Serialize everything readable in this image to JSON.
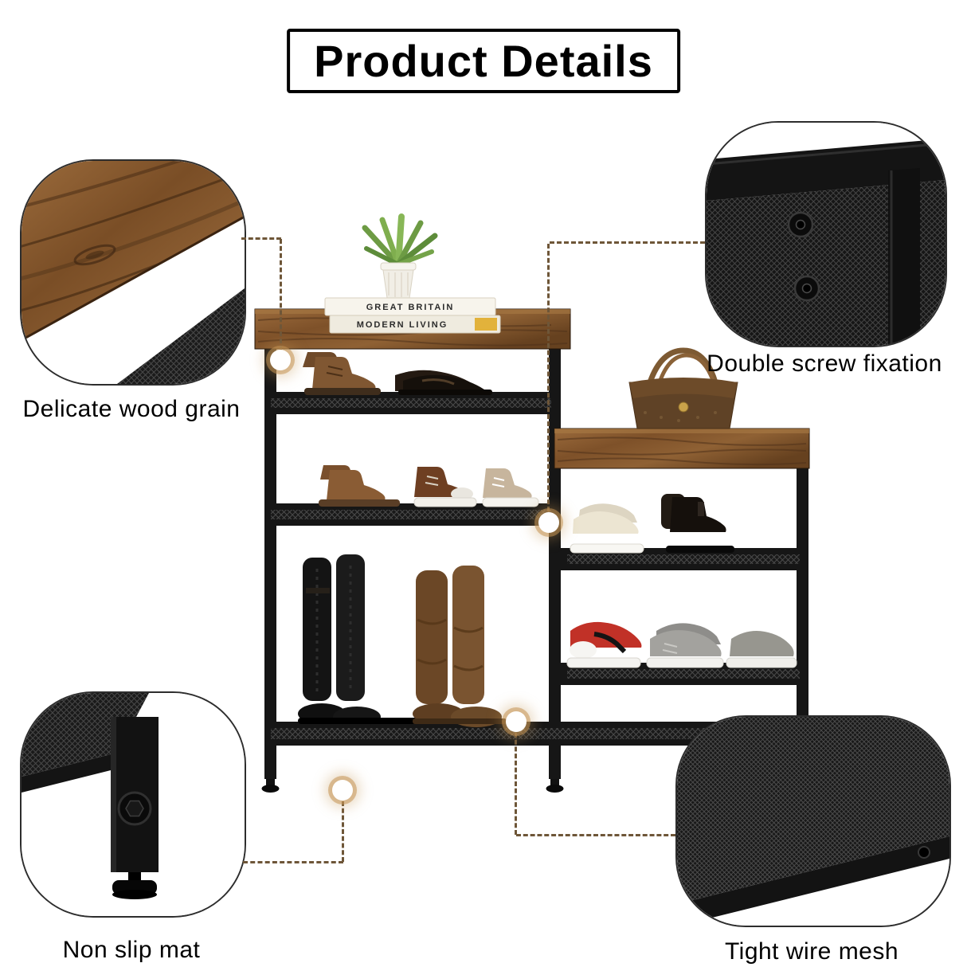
{
  "title": "Product Details",
  "callouts": {
    "wood": {
      "label": "Delicate wood grain"
    },
    "screw": {
      "label": "Double screw fixation"
    },
    "mat": {
      "label": "Non slip mat"
    },
    "mesh": {
      "label": "Tight wire mesh"
    }
  },
  "product": {
    "books": [
      "GREAT BRITAIN",
      "MODERN LIVING"
    ]
  },
  "colors": {
    "connector_dash": "#6e5638",
    "hotspot_halo": "#c49454",
    "wood": "#8a5a33",
    "frame_black": "#161616",
    "title_border": "#000000"
  }
}
